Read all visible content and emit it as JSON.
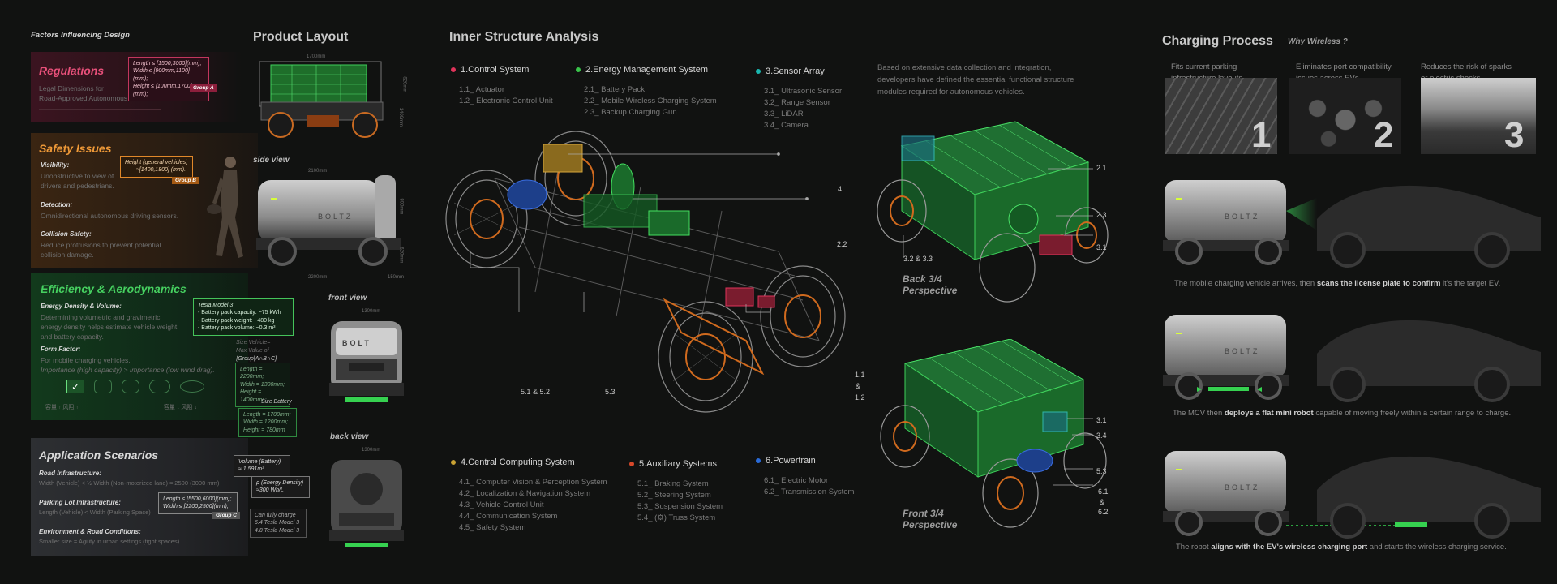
{
  "left": {
    "title": "Factors Influencing Design",
    "regulations": {
      "title": "Regulations",
      "text1": "Legal Dimensions for",
      "text2": "Road-Approved Autonomous Vehicles",
      "box": [
        "Length ≤ [1500,3000](mm);",
        "Width ≤ [900mm,1100](mm);",
        "Height ≤ [100mm,1700](mm);"
      ],
      "group": "Group A"
    },
    "safety": {
      "title": "Safety Issues",
      "vis_label": "Visibility:",
      "vis_text1": "Unobstructive to view of",
      "vis_text2": "drivers and pedestrians.",
      "det_label": "Detection:",
      "det_text": "Omnidirectional autonomous driving sensors.",
      "col_label": "Collision Safety:",
      "col_text1": "Reduce protrusions to prevent potential",
      "col_text2": "collision damage.",
      "box1": "Height (general vehicles)",
      "box2": "≈[1400,1800] (mm).",
      "group": "Group B"
    },
    "efficiency": {
      "title": "Efficiency & Aerodynamics",
      "ed_label": "Energy Density & Volume:",
      "ed_text1": "Determining volumetric and gravimetric",
      "ed_text2": "energy density helps estimate vehicle weight",
      "ed_text3": "and battery capacity.",
      "ff_label": "Form Factor:",
      "ff_text1": "For mobile charging vehicles,",
      "ff_text2": "Importance (high capacity) > Importance (low wind drag).",
      "axis_left": "容量 ↑ 风阻 ↑",
      "axis_right": "容量 ↓ 风阻 ↓"
    },
    "app": {
      "title": "Application Scenarios",
      "road_label": "Road Infrastructure:",
      "road_text": "Width (Vehicle) < ½ Width (Non-motorized lane) ≈ 2500 (3000 mm)",
      "park_label": "Parking Lot Infrastructure:",
      "park_text": "Length (Vehicle) < Width (Parking Space)",
      "env_label": "Environment & Road Conditions:",
      "env_text": "Smaller size = Agility in urban settings (tight spaces)",
      "boxC": [
        "Length ≤ [5500,6000](mm);",
        "Width ≤ [2200,2500](mm);"
      ],
      "group": "Group C"
    },
    "tesla": {
      "title": "Tesla Model 3",
      "l1": "- Battery pack capacity: ~75 kWh",
      "l2": "- Battery pack weight: ~480 kg",
      "l3": "- Battery pack volume: ~0.3 m³"
    },
    "sizeveh": {
      "l1": "Size Vehicle=",
      "l2": "Max Value of",
      "l3": "{Group|A∩B∩C}",
      "box": [
        "Length = 2200mm;",
        "Width = 1300mm;",
        "Height = 1400mm;"
      ]
    },
    "sizebat": {
      "title": "Size Battery",
      "box": [
        "Length = 1700mm;",
        "Width = 1200mm;",
        "Height = 780mm"
      ]
    },
    "vol": "Volume (Battery) ≈ 1.591m³",
    "dens": "ρ (Energy Density) ≈300 Wh/L",
    "charge": [
      "Can fully charge",
      "6.4 Tesla Model 3",
      "4.8 Tesla Model 3"
    ]
  },
  "product": {
    "title": "Product Layout",
    "side": "side view",
    "front": "front view",
    "back": "back view",
    "dim_top": "1700mm",
    "dim_h1": "820mm",
    "dim_h2": "1400mm",
    "dim_w": "2100mm",
    "dim_l": "2200mm",
    "dim_s1": "800mm",
    "dim_s2": "620mm",
    "dim_150": "150mm",
    "dim_f": "1300mm",
    "dim_b": "1300mm",
    "brand": "BOLT"
  },
  "inner": {
    "title": "Inner Structure Analysis",
    "systems": [
      {
        "title": "1.Control System",
        "color": "#e0335a",
        "items": [
          "1.1_ Actuator",
          "1.2_ Electronic Control Unit"
        ]
      },
      {
        "title": "2.Energy Management System",
        "color": "#39c34a",
        "items": [
          "2.1_ Battery Pack",
          "2.2_ Mobile Wireless Charging System",
          "2.3_ Backup Charging Gun"
        ]
      },
      {
        "title": "3.Sensor Array",
        "color": "#1ab8b0",
        "items": [
          "3.1_ Ultrasonic Sensor",
          "3.2_ Range Sensor",
          "3.3_ LiDAR",
          "3.4_ Camera"
        ]
      },
      {
        "title": "4.Central Computing System",
        "color": "#c9a233",
        "items": [
          "4.1_ Computer Vision & Perception System",
          "4.2_ Localization & Navigation System",
          "4.3_ Vehicle Control Unit",
          "4.4_ Communication System",
          "4.5_ Safety System"
        ]
      },
      {
        "title": "5.Auxiliary Systems",
        "color": "#d8482a",
        "items": [
          "5.1_ Braking System",
          "5.2_ Steering System",
          "5.3_ Suspension System",
          "5.4_ (⚙) Truss System"
        ]
      },
      {
        "title": "6.Powertrain",
        "color": "#2a6bd8",
        "items": [
          "6.1_ Electric Motor",
          "6.2_ Transmission System"
        ]
      }
    ],
    "intro1": "Based on extensive data collection and integration,",
    "intro2": "developers have defined the essential functional structure",
    "intro3": "modules required for autonomous vehicles.",
    "c4": "4",
    "c22": "2.2",
    "c51": "5.1 & 5.2",
    "c53": "5.3",
    "c11": "1.1",
    "camp": "&",
    "c12": "1.2",
    "r21": "2.1",
    "r23": "2.3",
    "r31": "3.1",
    "r323": "3.2 & 3.3",
    "back1": "Back 3/4",
    "back2": "Perspective",
    "f31": "3.1",
    "f34": "3.4",
    "f53": "5.3",
    "f61": "6.1",
    "famp": "&",
    "f62": "6.2",
    "front1": "Front  3/4",
    "front2": "Perspective"
  },
  "charging": {
    "title": "Charging Process",
    "why": "Why Wireless ?",
    "r1": "Fits current parking",
    "r1b": "infrastructure layouts.",
    "r2": "Eliminates port compatibility",
    "r2b": "issues across EVs.",
    "r3": "Reduces the risk of sparks",
    "r3b": "or electric shocks.",
    "n1": "1",
    "n2": "2",
    "n3": "3",
    "c1a": "The mobile charging vehicle arrives, then ",
    "c1b": "scans the license plate to confirm",
    "c1c": " it's the target EV.",
    "c2a": "The MCV then ",
    "c2b": "deploys a flat mini robot",
    "c2c": " capable of moving freely within a certain range to charge.",
    "c3a": "The robot ",
    "c3b": "aligns with the EV's wireless charging port",
    "c3c": " and starts the wireless charging service."
  }
}
